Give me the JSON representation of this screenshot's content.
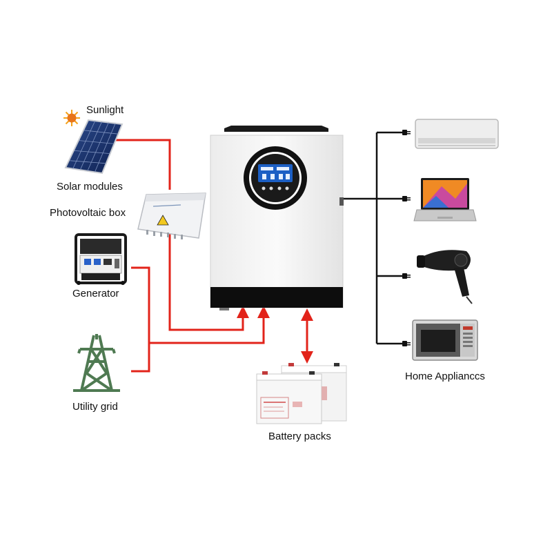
{
  "colors": {
    "power_line": "#e2231a",
    "load_line": "#111111",
    "inverter_body": "#f5f5f5",
    "inverter_base": "#0d0d0d",
    "lcd": "#1c5fc4",
    "tower": "#4f7a52",
    "sun": "#f4a21a"
  },
  "labels": {
    "sunlight": "Sunlight",
    "solar_modules": "Solar modules",
    "photovoltaic_box": "Photovoltaic box",
    "generator": "Generator",
    "utility_grid": "Utility grid",
    "battery_packs": "Battery packs",
    "home_appliances": "Home Applianccs"
  },
  "icons": {
    "sun": "sun-icon",
    "solar_panel": "solar-panel-icon",
    "pv_box": "photovoltaic-box-icon",
    "generator": "generator-icon",
    "tower": "utility-tower-icon",
    "inverter": "inverter-icon",
    "battery": "battery-icon",
    "air_conditioner": "air-conditioner-icon",
    "laptop": "laptop-icon",
    "hair_dryer": "hair-dryer-icon",
    "microwave": "microwave-icon"
  }
}
